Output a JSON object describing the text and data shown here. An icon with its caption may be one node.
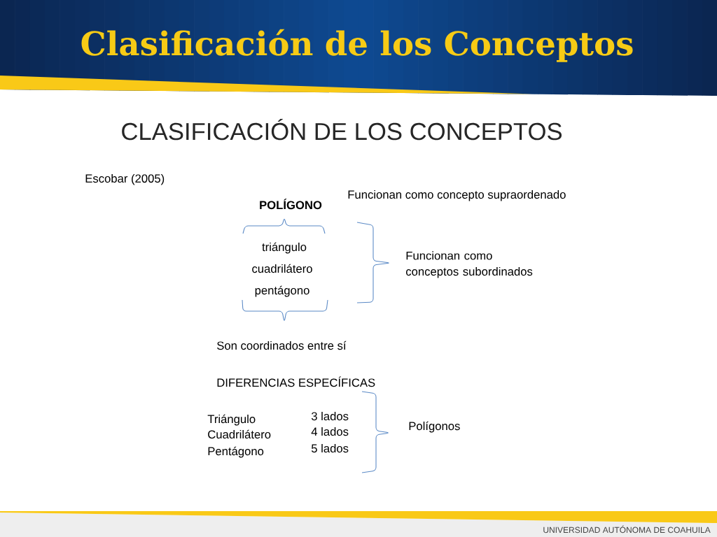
{
  "diagram": {
    "title": "Clasificación de los Conceptos",
    "labels": [
      "CLASIFICACIÓN DE LOS CONCEPTOS",
      "Escobar (2005)",
      "POLÍGONO",
      "Funcionan como concepto supraordenado",
      "triángulo",
      "cuadrilátero",
      "pentágono",
      "Funcionan como conceptos subordinados",
      "Son coordinados entre sí",
      "DIFERENCIAS ESPECÍFICAS",
      "Triángulo",
      "3 lados",
      "Cuadrilátero",
      "4 lados",
      "Pentágono",
      "5 lados",
      "Polígonos",
      "UNIVERSIDAD AUTÓNOMA DE COAHUILA"
    ]
  }
}
